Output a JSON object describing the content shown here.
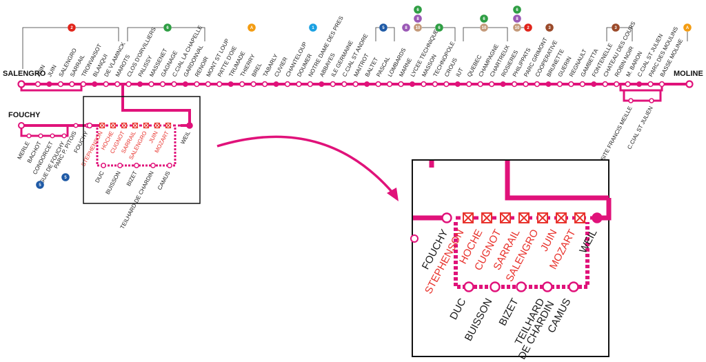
{
  "colors": {
    "line": "#e0127a",
    "closed_text": "#e8322c",
    "box": "#111111"
  },
  "termini": {
    "west": "SALENGRO",
    "east": "MOLINE",
    "branch": "FOUCHY"
  },
  "main_stops": [
    "JUIN",
    "JUIN",
    "SALENGRO",
    "SARRAIL",
    "TRONVAISOT",
    "BLANQUI",
    "DE VLAMINCK",
    "MAROTS",
    "CLOS D'ORVILLIERS",
    "PALISSY",
    "MASSENET",
    "GAGNAGE",
    "C.CIAL LA CHAPELLE",
    "GARDONVAL",
    "RENOIR",
    "MONT ST LOUP",
    "PATTE D'OIE",
    "TRUMADE",
    "THIERRY",
    "BREL",
    "TABARLY",
    "CUVIER",
    "CHANTELOUP",
    "DOUMER",
    "NOTRE DAME DES PRES",
    "ABBAYES",
    "ILE GERMAINE",
    "C.CIAL ST ANDRE",
    "MAITROT",
    "BALTET",
    "PASCAL",
    "LOMBARDS",
    "MARNE",
    "LYCEE TECHNIQUE",
    "MASSON",
    "TECHNOPOLE",
    "CROUS",
    "IUT",
    "QUEBEC",
    "CHAMPAGNE",
    "CHARTREUX",
    "ROSIERES",
    "PHILIPPATS",
    "PARC GRIMONT",
    "COOPERATIVE",
    "BRUNETTE",
    "GUERIN",
    "REGNAULT",
    "GAMBETTA",
    "FONTENELLE",
    "CHATEAU DES COURS",
    "ROBIN NOIR",
    "M. BARON",
    "C.CIAL ST JULIEN",
    "PARC DES MOULINS",
    "BASSE MOLINE"
  ],
  "south_stops": [
    "SITE FRANCIS MEILLE",
    "C.CIAL ST JULIEN"
  ],
  "fouchy_stops": [
    "MERLE",
    "BACHOT",
    "CONDORCET",
    "DIGUE DE FOUCHY",
    "PARC P. PITOIS",
    "FOUCHY"
  ],
  "closed_stops": [
    "STEPHENSON",
    "HOCHE",
    "CUGNOT",
    "SARRAIL",
    "SALENGRO",
    "JUIN",
    "MOZART"
  ],
  "detour_stops": [
    "DUC",
    "BUISSON",
    "BIZET",
    "TEILHARD DE CHARDIN",
    "CAMUS"
  ],
  "weil": "WEIL",
  "zoom": {
    "fouchy": "FOUCHY",
    "closed": [
      "STEPHENSON",
      "HOCHE",
      "CUGNOT",
      "SARRAIL",
      "SALENGRO",
      "JUIN",
      "MOZART"
    ],
    "weil": "WEIL",
    "detour": [
      "DUC",
      "BUISSON",
      "BIZET",
      "TEILHARD",
      "CAMUS"
    ],
    "detour_second_line": "DE CHARDIN"
  },
  "badges": [
    {
      "label": "2",
      "color": "#e1251b"
    },
    {
      "label": "6",
      "color": "#2f9e44"
    },
    {
      "label": "A",
      "color": "#f39c12"
    },
    {
      "label": "1",
      "color": "#1ba1e2"
    },
    {
      "label": "5",
      "color": "#1f5aa6"
    },
    {
      "label": "8",
      "color": "#9b59b6"
    },
    {
      "label": "6",
      "color": "#2f9e44"
    },
    {
      "label": "8",
      "color": "#9b59b6"
    },
    {
      "label": "10",
      "color": "#c49a7a"
    },
    {
      "label": "6",
      "color": "#2f9e44"
    },
    {
      "label": "6",
      "color": "#2f9e44"
    },
    {
      "label": "10",
      "color": "#c49a7a"
    },
    {
      "label": "6",
      "color": "#2f9e44"
    },
    {
      "label": "8",
      "color": "#9b59b6"
    },
    {
      "label": "10",
      "color": "#c49a7a"
    },
    {
      "label": "2",
      "color": "#e1251b"
    },
    {
      "label": "3",
      "color": "#9b4a2a"
    },
    {
      "label": "3",
      "color": "#9b4a2a"
    },
    {
      "label": "A",
      "color": "#f39c12"
    },
    {
      "label": "5",
      "color": "#1f5aa6"
    },
    {
      "label": "5",
      "color": "#1f5aa6"
    }
  ]
}
